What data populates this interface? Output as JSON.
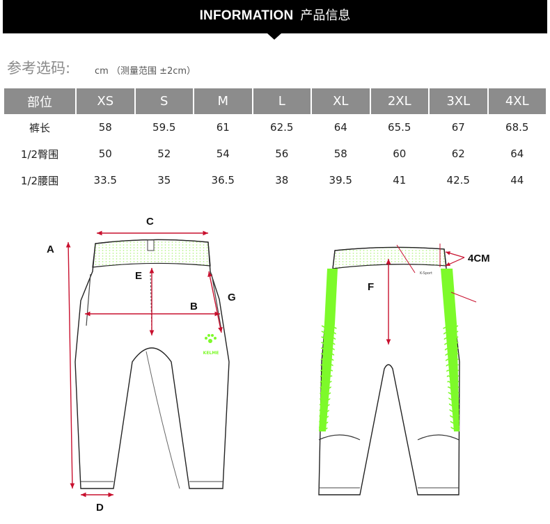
{
  "header": {
    "title_en": "INFORMATION",
    "title_cn": "产品信息"
  },
  "reference": {
    "label": "参考选码:",
    "note": "cm （测量范围 ±2cm）"
  },
  "size_table": {
    "headers": [
      "部位",
      "XS",
      "S",
      "M",
      "L",
      "XL",
      "2XL",
      "3XL",
      "4XL"
    ],
    "rows": [
      [
        "裤长",
        "58",
        "59.5",
        "61",
        "62.5",
        "64",
        "65.5",
        "67",
        "68.5"
      ],
      [
        "1/2臀围",
        "50",
        "52",
        "54",
        "56",
        "58",
        "60",
        "62",
        "64"
      ],
      [
        "1/2腰围",
        "33.5",
        "35",
        "36.5",
        "38",
        "39.5",
        "41",
        "42.5",
        "44"
      ]
    ]
  },
  "diagram": {
    "labels": {
      "a": "A",
      "b": "B",
      "c": "C",
      "d": "D",
      "e": "E",
      "f": "F",
      "g": "G",
      "waistband": "4CM"
    },
    "brand_text": "KELME",
    "tag_text": "K-Sport"
  },
  "colors": {
    "banner": "#000000",
    "header_cell": "#8c8c8c",
    "accent_green": "#7dfa2a",
    "measure_red": "#c8102e"
  }
}
